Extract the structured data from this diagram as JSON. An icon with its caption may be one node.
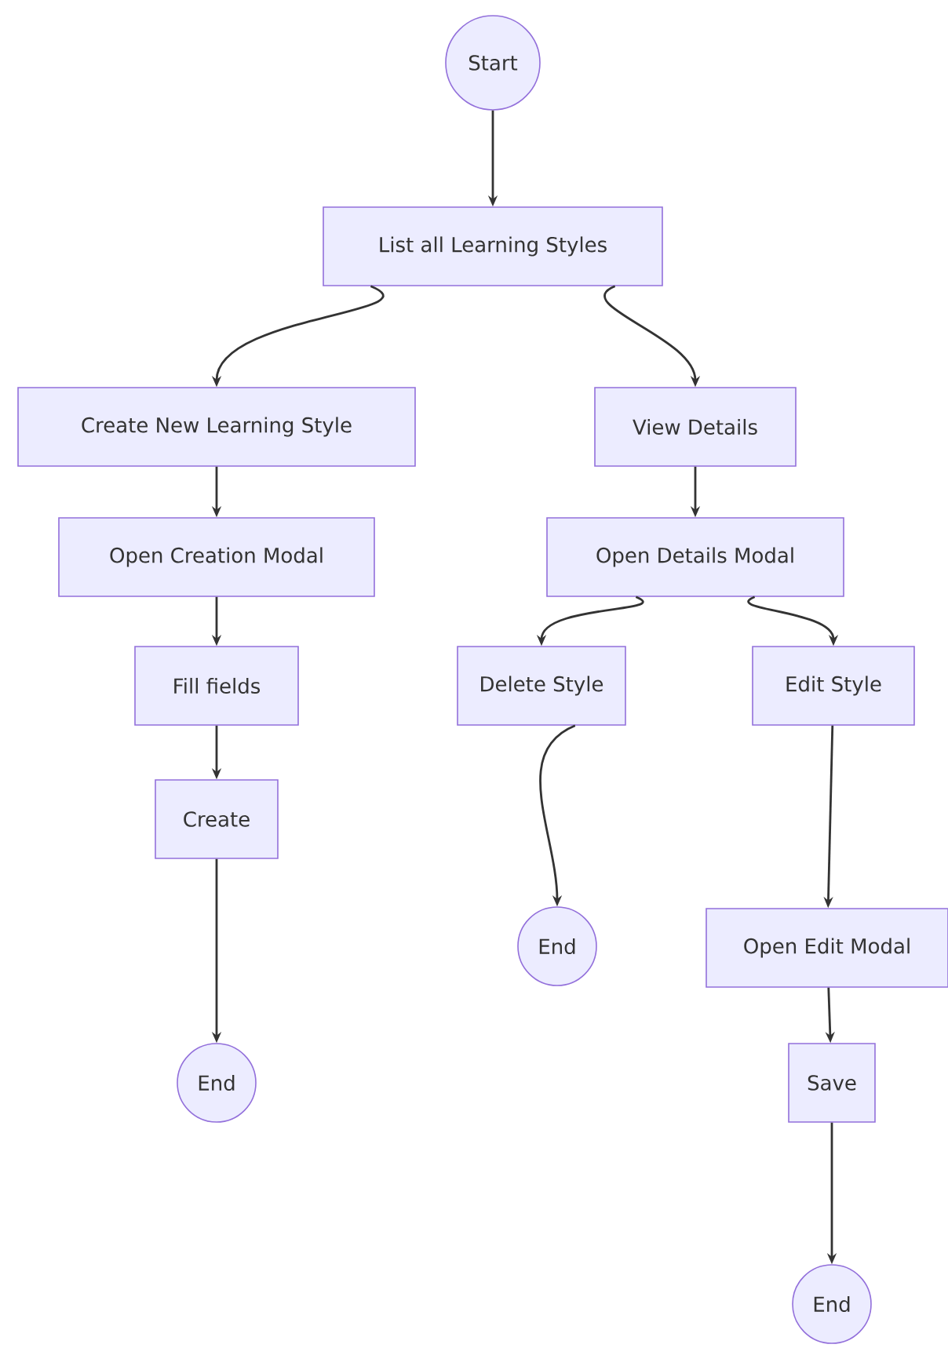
{
  "diagram": {
    "nodes": [
      {
        "text": [
          "Start"
        ]
      },
      {
        "text": [
          "List all Learning Styles"
        ]
      },
      {
        "text": [
          "Create New Learning Style"
        ]
      },
      {
        "text": [
          "View Details"
        ]
      },
      {
        "text": [
          "Open Creation Modal"
        ]
      },
      {
        "text": [
          "Open Details Modal"
        ]
      },
      {
        "text": [
          "Fill fields"
        ]
      },
      {
        "text": [
          "Delete Style"
        ]
      },
      {
        "text": [
          "Edit Style"
        ]
      },
      {
        "text": [
          "Create"
        ]
      },
      {
        "text": [
          "End"
        ]
      },
      {
        "text": [
          "Open Edit Modal"
        ]
      },
      {
        "text": [
          "End"
        ]
      },
      {
        "text": [
          "Save"
        ]
      },
      {
        "text": [
          "End"
        ]
      }
    ],
    "edges": [
      {
        "from": 0,
        "to": 1,
        "arrow": "to"
      },
      {
        "from": 1,
        "to": 2,
        "arrow": "to"
      },
      {
        "from": 1,
        "to": 3,
        "arrow": "to"
      },
      {
        "from": 2,
        "to": 4,
        "arrow": "to"
      },
      {
        "from": 4,
        "to": 6,
        "arrow": "to"
      },
      {
        "from": 6,
        "to": 9,
        "arrow": "to"
      },
      {
        "from": 9,
        "to": 12,
        "arrow": "to"
      },
      {
        "from": 3,
        "to": 5,
        "arrow": "to"
      },
      {
        "from": 5,
        "to": 7,
        "arrow": "to"
      },
      {
        "from": 5,
        "to": 8,
        "arrow": "to"
      },
      {
        "from": 7,
        "to": 10,
        "arrow": "to"
      },
      {
        "from": 8,
        "to": 11,
        "arrow": "to"
      },
      {
        "from": 11,
        "to": 13,
        "arrow": "to"
      },
      {
        "from": 13,
        "to": 14,
        "arrow": "to"
      }
    ]
  }
}
